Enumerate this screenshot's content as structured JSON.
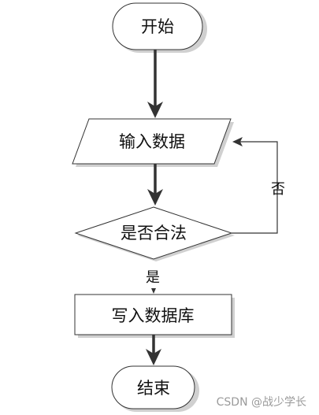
{
  "flowchart": {
    "start_label": "开始",
    "input_label": "输入数据",
    "decision_label": "是否合法",
    "no_label": "否",
    "yes_label": "是",
    "write_label": "写入数据库",
    "end_label": "结束"
  },
  "watermark": "CSDN @战少学长",
  "colors": {
    "stroke": "#333333",
    "shadow": "#c8c8c8",
    "text": "#111111"
  }
}
